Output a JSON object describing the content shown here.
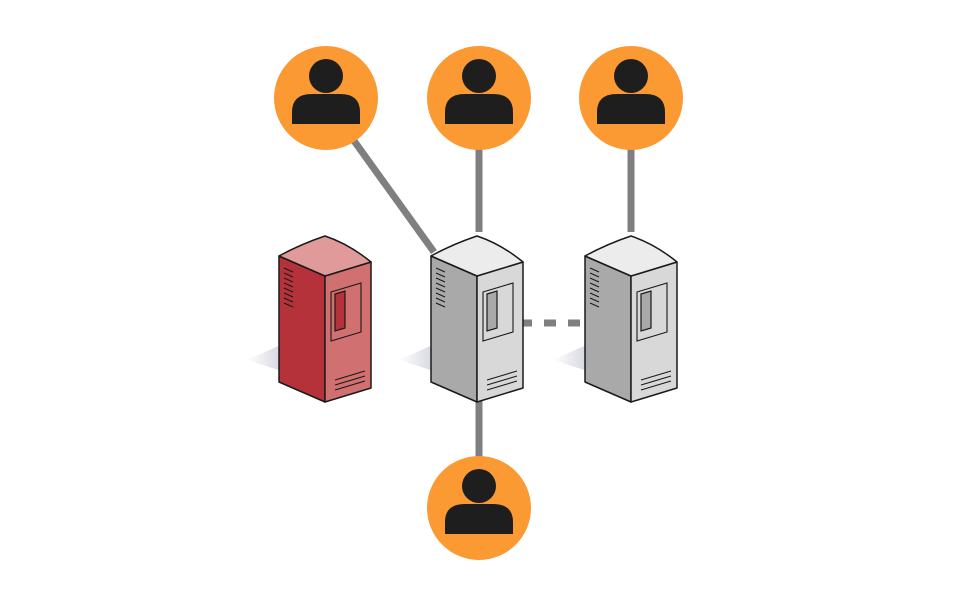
{
  "colors": {
    "background": "#ffffff",
    "user_fill": "#fb9933",
    "user_glyph": "#1e1e1e",
    "link": "#7f7f7f",
    "failed_server": "#c0392b",
    "active_server": "#c8c8c8"
  },
  "icons": {
    "user": "person-icon",
    "server": "server-tower-icon"
  },
  "servers": [
    {
      "id": "server-1",
      "status": "failed",
      "color": "#c0392b"
    },
    {
      "id": "server-2",
      "status": "active",
      "color": "#c8c8c8"
    },
    {
      "id": "server-3",
      "status": "active",
      "color": "#c8c8c8"
    }
  ],
  "users": [
    {
      "id": "user-1",
      "connected_to": "server-2"
    },
    {
      "id": "user-2",
      "connected_to": "server-2"
    },
    {
      "id": "user-3",
      "connected_to": "server-3"
    },
    {
      "id": "user-4",
      "connected_to": "server-2"
    }
  ],
  "links": [
    {
      "from": "server-2",
      "to": "server-3",
      "style": "dashed"
    }
  ]
}
